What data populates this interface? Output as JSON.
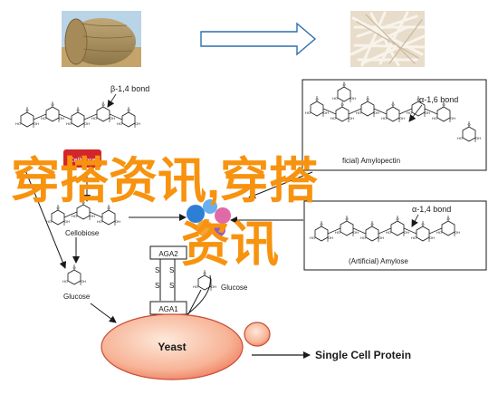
{
  "images": {
    "left": {
      "icon": "hay-bale-photo"
    },
    "right": {
      "icon": "starch-noodles-photo"
    }
  },
  "labels": {
    "beta_bond": "β-1,4 bond",
    "alpha16_bond": "α-1,6 bond",
    "alpha14_bond": "α-1,4 bond",
    "cellobiose": "Cellobiose",
    "glucose_left": "Glucose",
    "glucose_mid": "Glucose",
    "aga2": "AGA2",
    "aga1": "AGA1",
    "yeast": "Yeast",
    "scp": "Single Cell Protein",
    "amylose": "(Artificial) Amylose",
    "amylopectin_partial": "ficial) Amylopectin",
    "cellulose_partial": "Cellulose",
    "ss1": "S",
    "ss2": "S",
    "ss3": "S",
    "ss4": "S"
  },
  "watermark": {
    "line1": "穿搭资讯,穿搭",
    "line2": "资讯",
    "color": "#f7930f"
  },
  "colors": {
    "ink": "#1a1a1a",
    "cellulose_badge": "#d2262a",
    "yeast_fill_inner": "#fde5d4",
    "yeast_fill_outer": "#f28a6e",
    "yeast_stroke": "#c84c36",
    "enzyme_blue": "#2d7fd6",
    "enzyme_orange": "#f5a23a",
    "enzyme_pink": "#e06aa8"
  }
}
